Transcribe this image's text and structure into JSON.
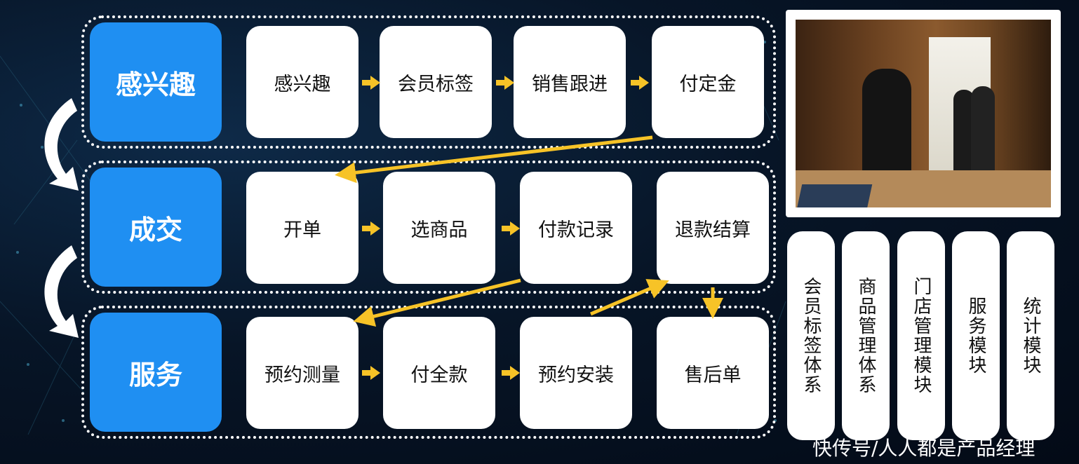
{
  "stages": [
    "感兴趣",
    "成交",
    "服务"
  ],
  "rows": [
    [
      "感兴趣",
      "会员标签",
      "销售跟进",
      "付定金"
    ],
    [
      "开单",
      "选商品",
      "付款记录",
      "退款结算"
    ],
    [
      "预约测量",
      "付全款",
      "预约安装",
      "售后单"
    ]
  ],
  "modules": [
    "会员标签体系",
    "商品管理体系",
    "门店管理模块",
    "服务模块",
    "统计模块"
  ],
  "watermark": "快传号/人人都是产品经理",
  "colors": {
    "stage": "#1f8ff2",
    "arrow": "#f7c327",
    "background": "#061426"
  }
}
